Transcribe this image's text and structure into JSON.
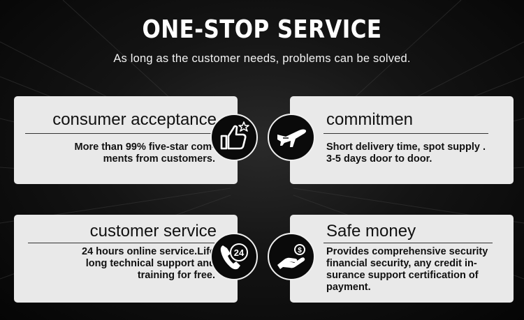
{
  "header": {
    "title": "ONE-STOP SERVICE",
    "subtitle": "As long as the customer needs, problems can be solved."
  },
  "cards": [
    {
      "heading": "consumer acceptance",
      "body_lines": [
        "More than 99% five-star com-",
        "ments from customers."
      ],
      "icon": "thumbs-up-star-icon"
    },
    {
      "heading": "commitmen",
      "body_lines": [
        "Short delivery time, spot supply .",
        "3-5 days door to door."
      ],
      "icon": "airplane-icon"
    },
    {
      "heading": "customer service",
      "body_lines": [
        "24 hours online service.Life",
        "long technical support and",
        "training for free."
      ],
      "icon": "phone-24-icon"
    },
    {
      "heading": "Safe money",
      "body_lines": [
        "Provides comprehensive security",
        "financial security, any credit in-",
        "surance support certification of",
        "payment."
      ],
      "icon": "hand-coin-icon"
    }
  ],
  "badge_text": {
    "phone": "24",
    "coin": "$"
  },
  "colors": {
    "background": "#0c0c0c",
    "card": "#e9e9e9",
    "text": "#111111",
    "accent": "#ffffff"
  }
}
